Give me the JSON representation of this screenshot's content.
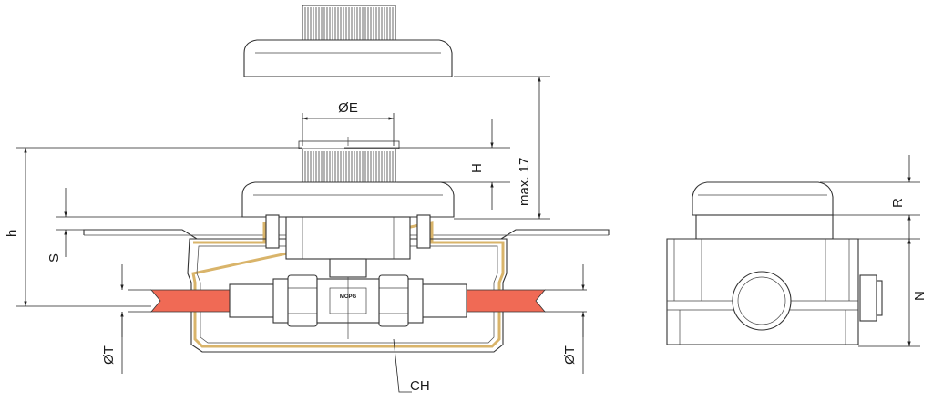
{
  "labels": {
    "diameter_e": "ØE",
    "height_h_upper": "H",
    "height_h_lower": "h",
    "max_dim": "max. 17",
    "s_dim": "S",
    "diameter_t_left": "ØT",
    "diameter_t_right": "ØT",
    "ch_dim": "CH",
    "r_dim": "R",
    "n_dim": "N",
    "valve_brand": "MOPG"
  },
  "colors": {
    "pipe": "#f06a55",
    "box_outline": "#d9b46a",
    "line": "#333333"
  },
  "icons": {
    "knob": "knurled-knob-icon",
    "valve": "ball-valve-icon"
  }
}
